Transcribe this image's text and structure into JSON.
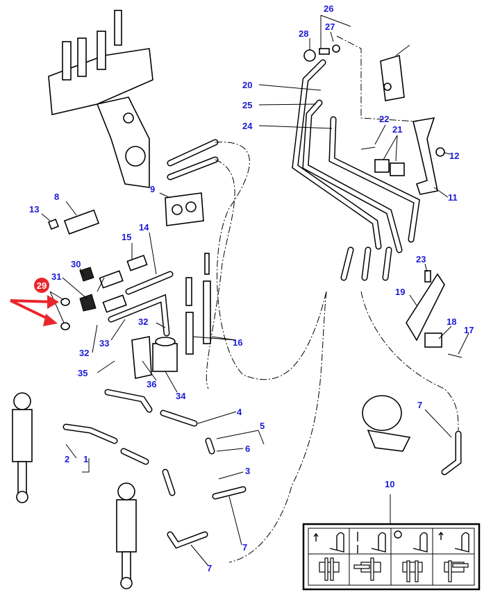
{
  "diagram": {
    "type": "exploded parts diagram",
    "callouts": {
      "c26": "26",
      "c27": "27",
      "c28": "28",
      "c20": "20",
      "c25": "25",
      "c24": "24",
      "c22": "22",
      "c21": "21",
      "c12": "12",
      "c11": "11",
      "c9": "9",
      "c8": "8",
      "c13": "13",
      "c14": "14",
      "c15": "15",
      "c30": "30",
      "c31": "31",
      "c29": "29",
      "c23": "23",
      "c19": "19",
      "c18": "18",
      "c17": "17",
      "c32a": "32",
      "c16": "16",
      "c33": "33",
      "c32b": "32",
      "c35": "35",
      "c36": "36",
      "c34": "34",
      "c4": "4",
      "c5": "5",
      "c6": "6",
      "c2": "2",
      "c1": "1",
      "c3": "3",
      "c7a": "7",
      "c10": "10",
      "c7b": "7",
      "c7c": "7"
    },
    "highlight_callout": "29",
    "colors": {
      "callout": "#1a1ad6",
      "highlight": "#e8262b",
      "line": "#000000"
    }
  }
}
